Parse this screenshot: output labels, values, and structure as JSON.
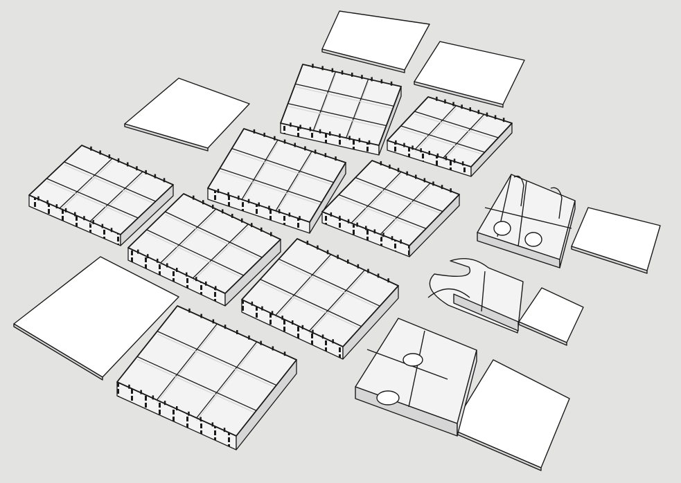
{
  "scene": {
    "description_visible_text": "",
    "colors": {
      "background": "#e3e3e1",
      "face": "#ffffff",
      "side": "#f3f3f3",
      "shade": "#d6d6d6",
      "edge": "#1a1a1a"
    },
    "trays": [
      {
        "id": "tray-a",
        "cols": 3,
        "rows": 3
      },
      {
        "id": "tray-b",
        "cols": 3,
        "rows": 3
      },
      {
        "id": "tray-c",
        "cols": 3,
        "rows": 3
      },
      {
        "id": "tray-d",
        "cols": 3,
        "rows": 3
      },
      {
        "id": "tray-e",
        "cols": 3,
        "rows": 3
      },
      {
        "id": "tray-f",
        "cols": 3,
        "rows": 3
      },
      {
        "id": "tray-g",
        "cols": 3,
        "rows": 3
      },
      {
        "id": "tray-h",
        "cols": 3,
        "rows": 3
      }
    ],
    "lids": 7,
    "card_boxes": 3
  }
}
